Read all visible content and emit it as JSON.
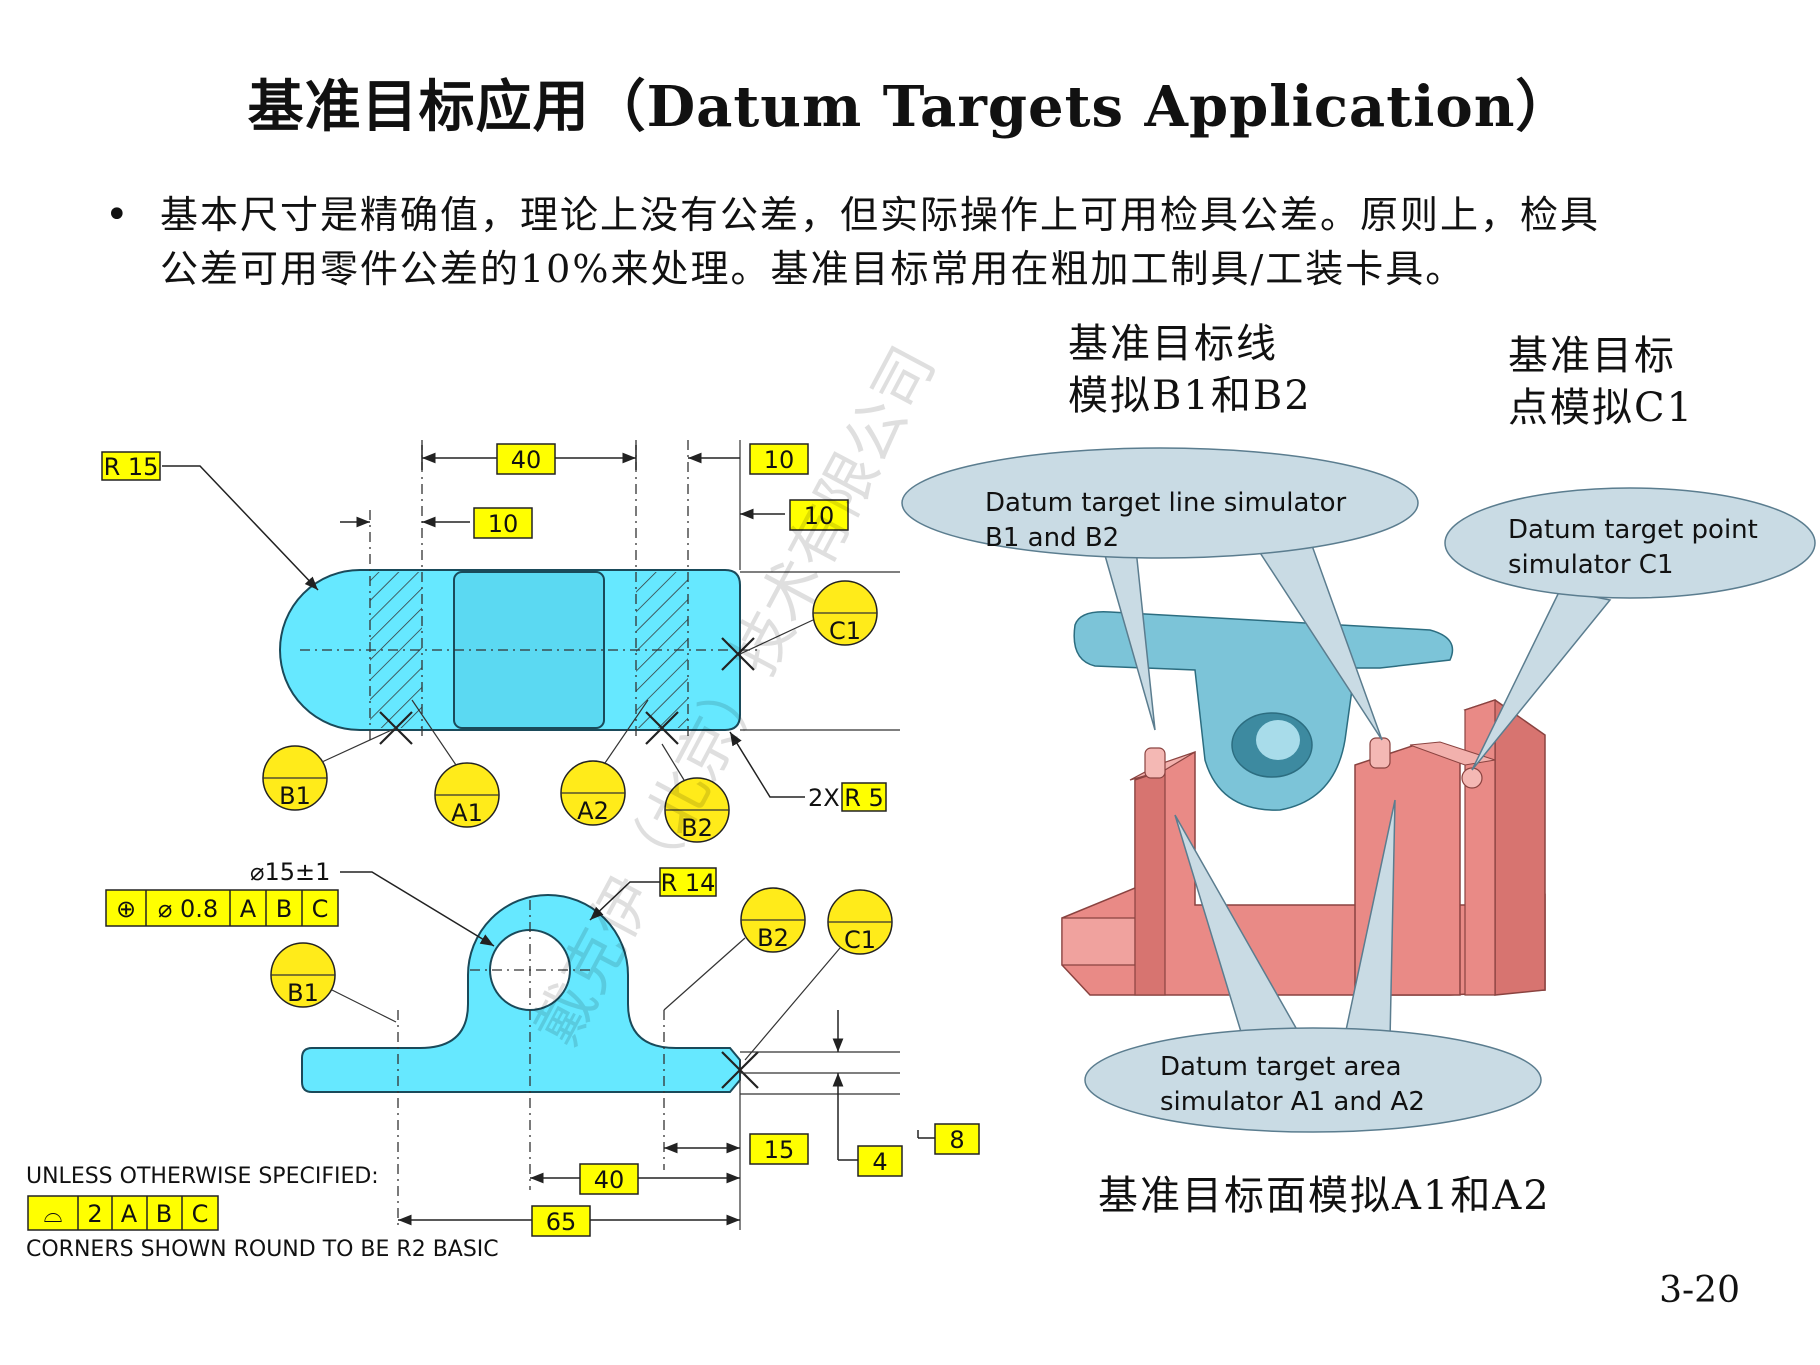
{
  "title": "基准目标应用（Datum Targets Application）",
  "bullet_mark": "•",
  "paragraph_line1": "基本尺寸是精确值，理论上没有公差，但实际操作上可用检具公差。原则上，检具",
  "paragraph_line2": "公差可用零件公差的10%来处理。基准目标常用在粗加工制具/工装卡具。",
  "caption_line_sim": [
    "基准目标线",
    "模拟B1和B2"
  ],
  "caption_point_sim": [
    "基准目标",
    "点模拟C1"
  ],
  "caption_area_sim": "基准目标面模拟A1和A2",
  "page_number": "3-20",
  "drawing": {
    "r15": "R 15",
    "dim_40_top": "40",
    "dim_10_top_right": "10",
    "dim_10_left": "10",
    "dim_10_right": "10",
    "c1_top": "C1",
    "b1_top": "B1",
    "a1": "A1",
    "a2": "A2",
    "b2_top": "B2",
    "r5_prefix": "2X",
    "r5": "R 5",
    "dia15": "⌀15±1",
    "fcf": [
      "⊕",
      "⌀ 0.8",
      "A",
      "B",
      "C"
    ],
    "r14": "R 14",
    "b2_bottom": "B2",
    "c1_bottom": "C1",
    "b1_bottom": "B1",
    "dim_15": "15",
    "dim_4": "4",
    "dim_8": "8",
    "dim_40_bottom": "40",
    "dim_65": "65",
    "unless_specified": "UNLESS OTHERWISE SPECIFIED:",
    "profile_fcf": [
      "⌓",
      "2",
      "A",
      "B",
      "C"
    ],
    "corners_note": "CORNERS SHOWN ROUND TO BE R2 BASIC"
  },
  "callouts": {
    "line_sim": [
      "Datum target line simulator",
      "B1 and B2"
    ],
    "point_sim": [
      "Datum target point",
      "simulator C1"
    ],
    "area_sim": [
      "Datum target area",
      "simulator A1 and A2"
    ]
  },
  "watermark": "戴克伊（北京）技术有限公司",
  "colors": {
    "part": "#66e8ff",
    "highlight": "#ffff00",
    "fixture": "#e98a86",
    "bubble": "#c9dbe4",
    "part3d": "#7cc4d8"
  }
}
